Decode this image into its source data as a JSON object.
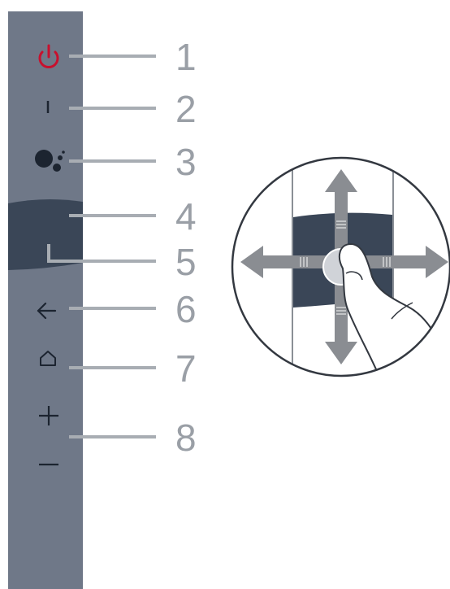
{
  "colors": {
    "remote_body": "#6f7888",
    "touchpad": "#3a4657",
    "power": "#c8102e",
    "button_glyph": "#1c2430",
    "leader": "#a8adb3",
    "callout_number": "#9a9fa6",
    "zoom_outline": "#333840",
    "arrow": "#8a8d92"
  },
  "callouts": [
    {
      "number": "1",
      "target": "power-button"
    },
    {
      "number": "2",
      "target": "input-button"
    },
    {
      "number": "3",
      "target": "assistant-button"
    },
    {
      "number": "4",
      "target": "touchpad"
    },
    {
      "number": "5",
      "target": "touchpad-click"
    },
    {
      "number": "6",
      "target": "back-button"
    },
    {
      "number": "7",
      "target": "home-button"
    },
    {
      "number": "8",
      "target": "volume-buttons"
    }
  ],
  "icons": [
    "power-icon",
    "input-icon",
    "assistant-icon",
    "back-arrow-icon",
    "home-icon",
    "plus-icon",
    "minus-icon",
    "finger-icon"
  ]
}
